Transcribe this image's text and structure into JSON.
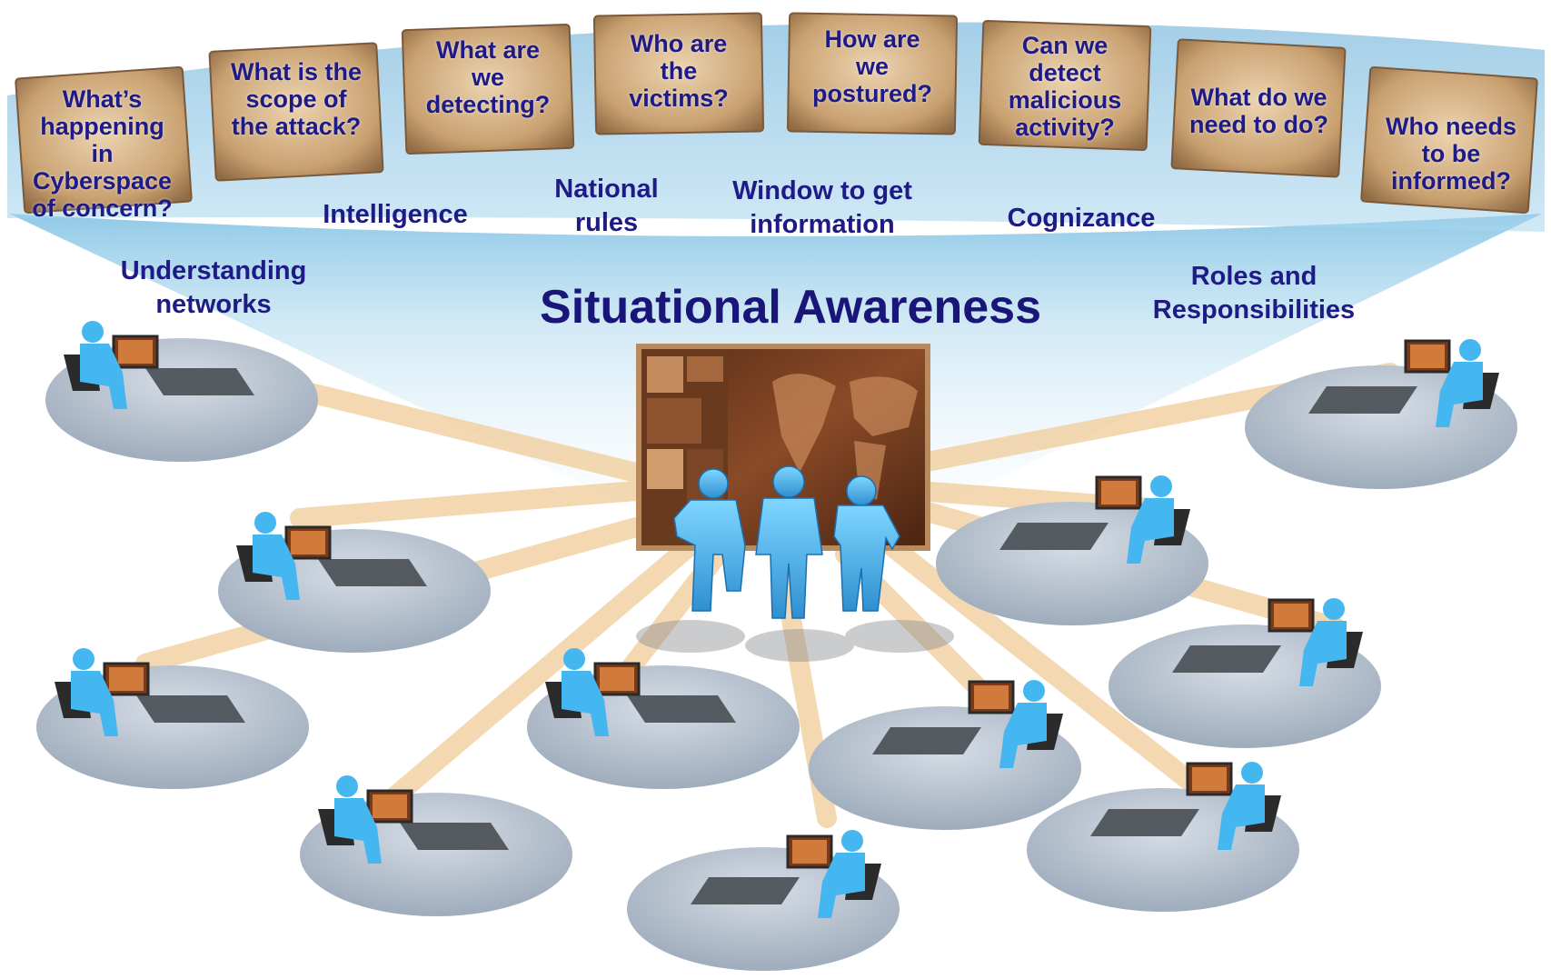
{
  "title": "Situational Awareness",
  "questions": [
    "What’s\nhappening\nin\nCyberspace\nof concern?",
    "What is the\nscope of\nthe attack?",
    "What are\nwe\ndetecting?",
    "Who are\nthe\nvictims?",
    "How are\nwe\npostured?",
    "Can we\ndetect\nmalicious\nactivity?",
    "What do we\nneed to do?",
    "Who needs\nto be\ninformed?"
  ],
  "labels": [
    "Understanding\nnetworks",
    "Intelligence",
    "National\nrules",
    "Window to get\ninformation",
    "Cognizance",
    "Roles and\nResponsibilities"
  ],
  "colors": {
    "text": "#1e1a86",
    "panel": "#c8a47a",
    "beam": "#a9d7ec",
    "platform": "#b6c2cf",
    "figure": "#45b7f0",
    "connector": "#f2d4a8"
  },
  "icons": [
    "operator-workstation-icon",
    "world-map-screen-icon",
    "analyst-figure-icon"
  ]
}
